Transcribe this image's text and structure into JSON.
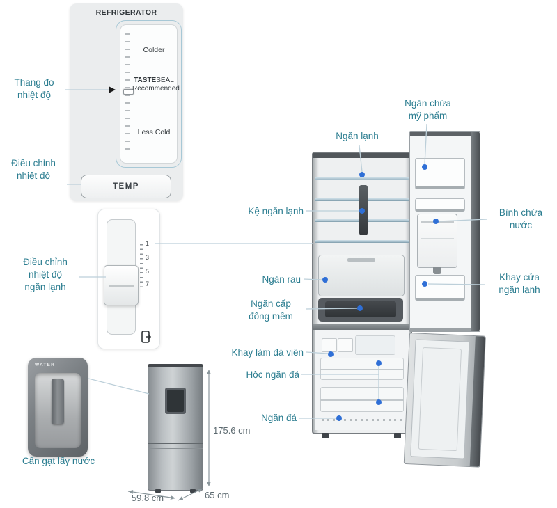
{
  "colors": {
    "callout_text": "#2b7d90",
    "dot": "#2f6fd6",
    "leader_line": "#bccfd9",
    "dimension_text": "#5d6a70"
  },
  "refrigerator_panel": {
    "title": "REFRIGERATOR",
    "colder": "Colder",
    "taste_bold": "TASTE",
    "taste_rest": "SEAL",
    "recommended": "Recommended",
    "less_cold": "Less Cold",
    "temp_button": "TEMP"
  },
  "slider_panel": {
    "ticks": [
      "1",
      "3",
      "5",
      "7"
    ]
  },
  "dispenser_detail": {
    "label": "WATER"
  },
  "callouts": {
    "temp_scale": "Thang đo\nnhiệt độ",
    "temp_adjust": "Điều chỉnh\nnhiệt độ",
    "fridge_temp_adjust": "Điều chỉnh\nnhiệt độ\nngăn lạnh",
    "water_lever": "Cần gạt lấy nước",
    "fridge_compartment": "Ngăn lạnh",
    "cosmetics_box": "Ngăn chứa\nmỹ phẩm",
    "fridge_shelf": "Kệ ngăn lạnh",
    "water_tank": "Bình chứa\nnước",
    "veg_drawer": "Ngăn rau",
    "door_tray": "Khay cửa\nngăn lạnh",
    "soft_freeze": "Ngăn cấp\nđông mềm",
    "ice_tray": "Khay làm đá viên",
    "freezer_drawer": "Hộc ngăn đá",
    "freezer_compartment": "Ngăn đá"
  },
  "dimensions": {
    "height": "175.6 cm",
    "width": "59.8 cm",
    "depth": "65 cm"
  }
}
